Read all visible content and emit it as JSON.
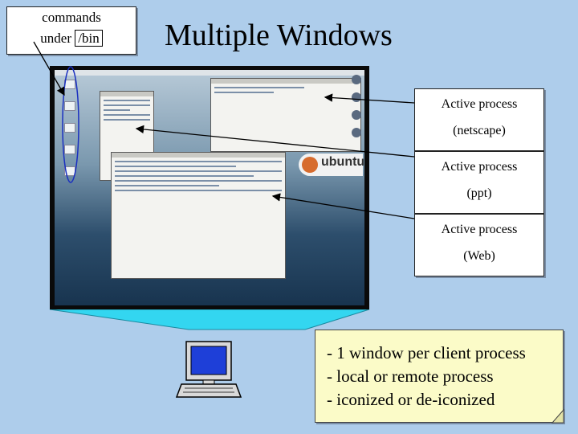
{
  "callout_commands": {
    "line1": "commands",
    "line2_prefix": "under",
    "line2_bin": "/bin"
  },
  "title": "Multiple Windows",
  "processes": [
    {
      "line1": "Active  process",
      "line2": "(netscape)"
    },
    {
      "line1": "Active  process",
      "line2": "(ppt)"
    },
    {
      "line1": "Active  process",
      "line2": "(Web)"
    }
  ],
  "screenshot": {
    "logo_text": "ubuntu"
  },
  "notes": [
    "- 1 window per client process",
    "- local  or  remote process",
    "- iconized or de-iconized"
  ],
  "colors": {
    "background": "#aecdeb",
    "note_fill": "#fbfbc8",
    "beam": "#33d6f0",
    "ellipse": "#1a2fc0"
  },
  "icons": [
    "computer-terminal-icon",
    "ubuntu-logo-icon"
  ]
}
